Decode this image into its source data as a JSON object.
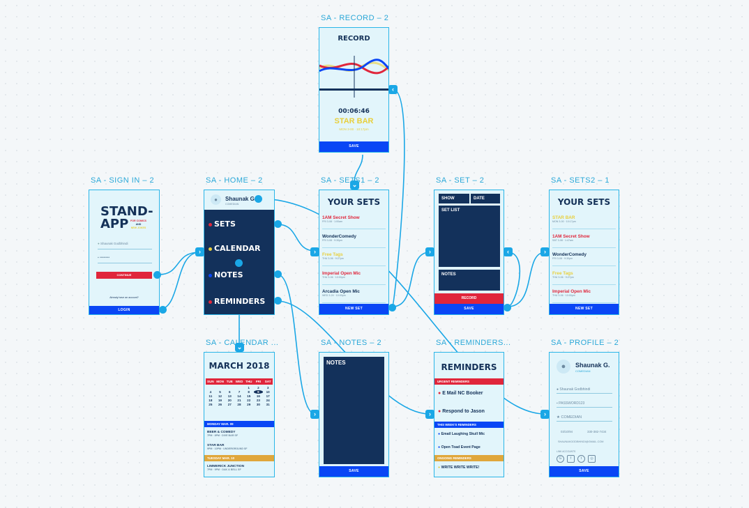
{
  "colors": {
    "accent": "#29b5e8",
    "navy": "#13315b",
    "blue": "#0a46f5",
    "red": "#e0263b",
    "yellow": "#e8cf3c",
    "orange": "#e0a73b",
    "background": "#e2f5fb"
  },
  "frames": {
    "record": {
      "title": "SA - RECORD – 2",
      "header": "RECORD",
      "timer": "00:06:46",
      "venue": "STAR BAR",
      "date": "MON 3-00 · 10:17pm",
      "button": "SAVE"
    },
    "signin": {
      "title": "SA - SIGN IN – 2",
      "logo_line1": "STAND-",
      "logo_line2": "APP",
      "tagline1": "FOR COMICS",
      "tagline2": "AND",
      "tagline3": "NEW JOKES",
      "username": "Shaunak Godbhindi",
      "password": "••••••••",
      "continue": "CONTINUE",
      "already": "Already have an account?",
      "login": "LOGIN"
    },
    "home": {
      "title": "SA - HOME – 2",
      "user": "Shaunak G.",
      "role": "COMEDIAN",
      "menu": [
        {
          "label": "SETS",
          "dot": "#e0263b"
        },
        {
          "label": "CALENDAR",
          "dot": "#e8cf3c"
        },
        {
          "label": "NOTES",
          "dot": "#0a46f5"
        },
        {
          "label": "REMINDERS",
          "dot": "#e0263b"
        }
      ]
    },
    "sets1": {
      "title": "SA - SETS1 – 2",
      "header": "YOUR SETS",
      "items": [
        {
          "name": "1AM Secret Show",
          "date": "FRI 3-08 · 1:00am",
          "color": "#e0263b"
        },
        {
          "name": "WonderComedy",
          "date": "FRI 3-08 · 9:30pm",
          "color": "#143158"
        },
        {
          "name": "Free Tags",
          "date": "THU 3-06 · 9:27pm",
          "color": "#e8cf3c"
        },
        {
          "name": "Imperial Open Mic",
          "date": "THU 3-06 · 10:00pm",
          "color": "#e0263b"
        },
        {
          "name": "Arcadia Open Mic",
          "date": "WED 3-24 · 10:00pm",
          "color": "#143158"
        }
      ],
      "button": "NEW SET"
    },
    "set": {
      "title": "SA - SET – 2",
      "show": "SHOW",
      "date": "DATE",
      "setlist": "SET LIST",
      "notes": "NOTES",
      "record": "RECORD",
      "save": "SAVE"
    },
    "sets2": {
      "title": "SA - SETS2 – 1",
      "header": "YOUR SETS",
      "items": [
        {
          "name": "STAR BAR",
          "date": "MON 3-00 · 10:17pm",
          "color": "#e8cf3c"
        },
        {
          "name": "1AM Secret Show",
          "date": "SAT 3-08 · 1:47am",
          "color": "#e0263b"
        },
        {
          "name": "WonderComedy",
          "date": "FRI 3-08 · 9:30pm",
          "color": "#143158"
        },
        {
          "name": "Free Tags",
          "date": "THU 3-06 · 9:27pm",
          "color": "#e8cf3c"
        },
        {
          "name": "Imperial Open Mic",
          "date": "THU 3-06 · 10:00pm",
          "color": "#e0263b"
        }
      ],
      "button": "NEW SET"
    },
    "calendar": {
      "title": "SA - CALENDAR ...",
      "header": "MARCH 2018",
      "weekdays": [
        "SUN",
        "MON",
        "TUE",
        "WED",
        "THU",
        "FRI",
        "SAT"
      ],
      "days": [
        "",
        "",
        "",
        "",
        "1",
        "2",
        "3",
        "4",
        "5",
        "6",
        "7",
        "8",
        "9",
        "10",
        "11",
        "12",
        "13",
        "14",
        "15",
        "16",
        "17",
        "18",
        "19",
        "20",
        "21",
        "22",
        "23",
        "24",
        "25",
        "26",
        "27",
        "28",
        "29",
        "30",
        "31"
      ],
      "day1": "MONDAY MAR. 09",
      "ev1": "BEER & COMEDY",
      "ev1d": "7PM · 8PM · DIVE BAR SF",
      "ev2": "STAR BAR",
      "ev2d": "9PM · 10PM · UNDERGROUND SF",
      "day2": "TUESDAY MAR. 10",
      "ev3": "LIMMERICK JUNCTION",
      "ev3d": "7PM · 9PM · OAK & BELL SF"
    },
    "notes": {
      "title": "SA - NOTES – 2",
      "header": "NOTES",
      "button": "SAVE"
    },
    "reminders": {
      "title": "SA - REMINDERS...",
      "header": "REMINDERS",
      "urgent": "URGENT REMINDERS",
      "u1": "E Mail NC Booker",
      "u2": "Respond to Jason",
      "week": "THIS WEEK'S REMINDERS",
      "w1": "Email Laughing Skull Mic",
      "w2": "Open Toad Event Page",
      "ongoing": "ONGOING REMINDERS",
      "o1": "WRITE WRITE WRITE!"
    },
    "profile": {
      "title": "SA - PROFILE – 2",
      "name": "Shaunak G.",
      "role": "COMEDIAN",
      "username": "Shaunak Godbhindi",
      "password": "PASSWORD123",
      "type": "COMEDIAN",
      "dob": "03/10/94",
      "phone": "330-382-7434",
      "email": "SHAUNAKGODBHINDI@GMAIL.COM",
      "link": "LINK ACCOUNTS",
      "button": "SAVE"
    }
  }
}
